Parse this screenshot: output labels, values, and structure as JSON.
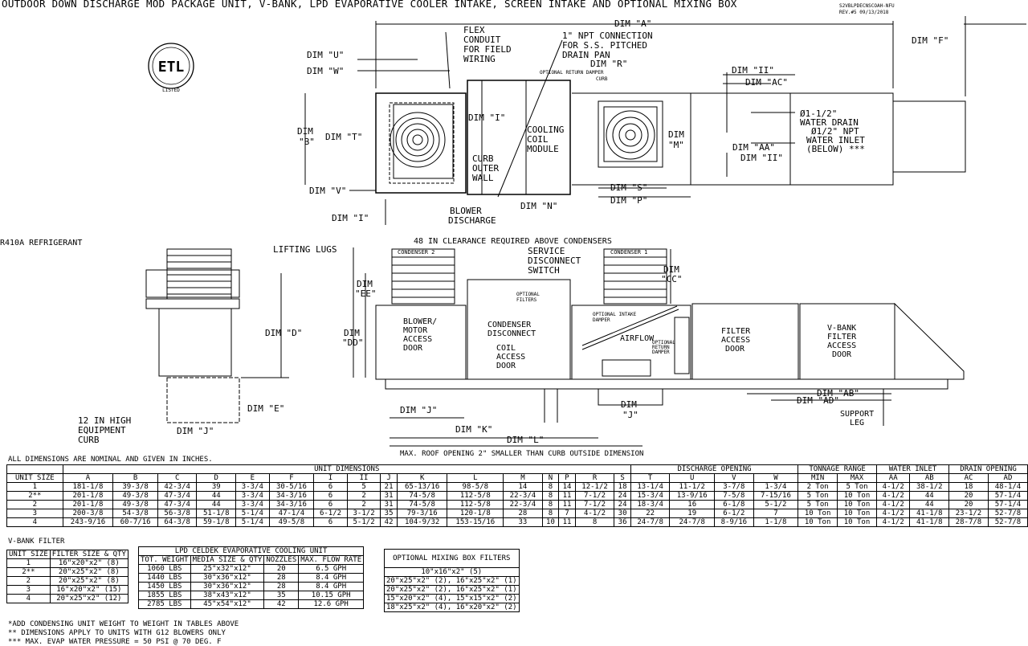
{
  "title": "OUTDOOR DOWN DISCHARGE MOD PACKAGE UNIT, V-BANK, LPD EVAPORATIVE COOLER INTAKE, SCREEN INTAKE AND OPTIONAL MIXING BOX",
  "doc_id": "S2VBLPDECNSCOAH-NFU",
  "revision": "REV.#5 09/13/2018",
  "refrigerant": "R410A REFRIGERANT",
  "clearance_note": "48 IN CLEARANCE REQUIRED ABOVE CONDENSERS",
  "roof_note": "MAX. ROOF OPENING 2\" SMALLER THAN CURB OUTSIDE DIMENSION",
  "logo": {
    "text": "ETL",
    "label": "LISTED"
  },
  "top_labels": {
    "dim_a": "DIM \"A\"",
    "dim_f": "DIM \"F\"",
    "dim_u": "DIM \"U\"",
    "dim_w": "DIM \"W\"",
    "dim_b1": "DIM",
    "dim_b2": "\"B\"",
    "dim_t": "DIM \"T\"",
    "dim_v": "DIM \"V\"",
    "dim_i1": "DIM \"I\"",
    "dim_i2": "DIM \"I\"",
    "dim_r": "DIM \"R\"",
    "dim_m1": "DIM",
    "dim_m2": "\"M\"",
    "dim_s": "DIM \"S\"",
    "dim_p": "DIM \"P\"",
    "dim_n": "DIM \"N\"",
    "dim_ii1": "DIM \"II\"",
    "dim_ac": "DIM \"AC\"",
    "dim_aa": "DIM \"AA\"",
    "dim_ii2": "DIM \"II\"",
    "flex1": "FLEX",
    "flex2": "CONDUIT",
    "flex3": "FOR FIELD",
    "flex4": "WIRING",
    "npt1": "1\" NPT CONNECTION",
    "npt2": "FOR S.S. PITCHED",
    "npt3": "DRAIN PAN",
    "opt_return": "OPTIONAL RETURN DAMPER",
    "curb_small": "CURB",
    "cc1": "COOLING",
    "cc2": "COIL",
    "cc3": "MODULE",
    "curb1": "CURB",
    "curb2": "OUTER",
    "curb3": "WALL",
    "blower1": "BLOWER",
    "blower2": "DISCHARGE",
    "wd1": "Ø1-1/2\"",
    "wd2": "WATER DRAIN",
    "wi1": "Ø1/2\" NPT",
    "wi2": "WATER INLET",
    "wi3": "(BELOW) ***"
  },
  "elev_labels": {
    "lifting": "LIFTING LUGS",
    "dim_d": "DIM \"D\"",
    "dim_e": "DIM \"E\"",
    "dim_j": "DIM \"J\"",
    "curb_note1": "12 IN HIGH",
    "curb_note2": "EQUIPMENT",
    "curb_note3": "CURB",
    "cond2": "CONDENSER 2",
    "cond1": "CONDENSER 1",
    "sds1": "SERVICE",
    "sds2": "DISCONNECT",
    "sds3": "SWITCH",
    "dim_cc1": "DIM",
    "dim_cc2": "\"CC\"",
    "dim_ee1": "DIM",
    "dim_ee2": "\"EE\"",
    "dim_dd1": "DIM",
    "dim_dd2": "\"DD\"",
    "bm1": "BLOWER/",
    "bm2": "MOTOR",
    "bm3": "ACCESS",
    "bm4": "DOOR",
    "cd1": "CONDENSER",
    "cd2": "DISCONNECT",
    "ca1": "COIL",
    "ca2": "ACCESS",
    "ca3": "DOOR",
    "of1": "OPTIONAL",
    "of2": "FILTERS",
    "oi1": "OPTIONAL INTAKE",
    "oi2": "DAMPER",
    "airflow": "AIRFLOW",
    "or1": "OPTIONAL",
    "or2": "RETURN",
    "or3": "DAMPER",
    "fa1": "FILTER",
    "fa2": "ACCESS",
    "fa3": "DOOR",
    "vb1": "V-BANK",
    "vb2": "FILTER",
    "vb3": "ACCESS",
    "vb4": "DOOR",
    "dim_j2": "DIM \"J\"",
    "dim_j3a": "DIM",
    "dim_j3b": "\"J\"",
    "dim_k": "DIM \"K\"",
    "dim_l": "DIM \"L\"",
    "dim_ab": "DIM \"AB\"",
    "dim_ad": "DIM \"AD\"",
    "support1": "SUPPORT",
    "support2": "LEG"
  },
  "dims_note": "ALL DIMENSIONS ARE NOMINAL AND GIVEN IN INCHES.",
  "main_table": {
    "group_headers": [
      "UNIT DIMENSIONS",
      "DISCHARGE OPENING",
      "TONNAGE RANGE",
      "WATER INLET",
      "DRAIN OPENING"
    ],
    "unit_size_label": "UNIT SIZE",
    "columns": [
      "A",
      "B",
      "C",
      "D",
      "E",
      "F",
      "I",
      "II",
      "J",
      "K",
      "L",
      "M",
      "N",
      "P",
      "R",
      "S",
      "T",
      "U",
      "V",
      "W",
      "MIN",
      "MAX",
      "AA",
      "AB",
      "AC",
      "AD"
    ],
    "rows": [
      [
        "1",
        "181-1/8",
        "39-3/8",
        "42-3/4",
        "39",
        "3-3/4",
        "30-5/16",
        "6",
        "5",
        "21",
        "65-13/16",
        "98-5/8",
        "14",
        "8",
        "14",
        "12-1/2",
        "18",
        "13-1/4",
        "11-1/2",
        "3-7/8",
        "1-3/4",
        "2 Ton",
        "5 Ton",
        "4-1/2",
        "38-1/2",
        "18",
        "48-1/4"
      ],
      [
        "2**",
        "201-1/8",
        "49-3/8",
        "47-3/4",
        "44",
        "3-3/4",
        "34-3/16",
        "6",
        "2",
        "31",
        "74-5/8",
        "112-5/8",
        "22-3/4",
        "8",
        "11",
        "7-1/2",
        "24",
        "15-3/4",
        "13-9/16",
        "7-5/8",
        "7-15/16",
        "5 Ton",
        "10 Ton",
        "4-1/2",
        "44",
        "20",
        "57-1/4"
      ],
      [
        "2",
        "201-1/8",
        "49-3/8",
        "47-3/4",
        "44",
        "3-3/4",
        "34-3/16",
        "6",
        "2",
        "31",
        "74-5/8",
        "112-5/8",
        "22-3/4",
        "8",
        "11",
        "7-1/2",
        "24",
        "18-3/4",
        "16",
        "6-1/8",
        "5-1/2",
        "5 Ton",
        "10 Ton",
        "4-1/2",
        "44",
        "20",
        "57-1/4"
      ],
      [
        "3",
        "200-3/8",
        "54-3/8",
        "56-3/8",
        "51-1/8",
        "5-1/4",
        "47-1/4",
        "6-1/2",
        "3-1/2",
        "35",
        "79-3/16",
        "120-1/8",
        "28",
        "8",
        "7",
        "4-1/2",
        "30",
        "22",
        "19",
        "6-1/2",
        "7",
        "10 Ton",
        "10 Ton",
        "4-1/2",
        "41-1/8",
        "23-1/2",
        "52-7/8"
      ],
      [
        "4",
        "243-9/16",
        "60-7/16",
        "64-3/8",
        "59-1/8",
        "5-1/4",
        "49-5/8",
        "6",
        "5-1/2",
        "42",
        "104-9/32",
        "153-15/16",
        "33",
        "10",
        "11",
        "8",
        "36",
        "24-7/8",
        "24-7/8",
        "8-9/16",
        "1-1/8",
        "10 Ton",
        "10 Ton",
        "4-1/2",
        "41-1/8",
        "28-7/8",
        "52-7/8"
      ]
    ]
  },
  "vbank": {
    "caption": "V-BANK FILTER",
    "headers": [
      "UNIT SIZE",
      "FILTER SIZE & QTY"
    ],
    "rows": [
      [
        "1",
        "16\"x20\"x2\" (8)"
      ],
      [
        "2**",
        "20\"x25\"x2\" (8)"
      ],
      [
        "2",
        "20\"x25\"x2\" (8)"
      ],
      [
        "3",
        "16\"x20\"x2\" (15)"
      ],
      [
        "4",
        "20\"x25\"x2\" (12)"
      ]
    ]
  },
  "celdek": {
    "caption": "LPD CELDEK EVAPORATIVE COOLING UNIT",
    "headers": [
      "TOT. WEIGHT",
      "MEDIA SIZE & QTY",
      "NOZZLES",
      "MAX. FLOW RATE"
    ],
    "rows": [
      [
        "1060 LBS",
        "25\"x32\"x12\"",
        "20",
        "6.5 GPH"
      ],
      [
        "1440 LBS",
        "30\"x36\"x12\"",
        "28",
        "8.4 GPH"
      ],
      [
        "1450 LBS",
        "30\"x36\"x12\"",
        "28",
        "8.4 GPH"
      ],
      [
        "1855 LBS",
        "38\"x43\"x12\"",
        "35",
        "10.15 GPH"
      ],
      [
        "2785 LBS",
        "45\"x54\"x12\"",
        "42",
        "12.6 GPH"
      ]
    ]
  },
  "mixing": {
    "caption": "OPTIONAL MIXING BOX FILTERS",
    "rows": [
      "10\"x16\"x2\" (5)",
      "20\"x25\"x2\" (2), 16\"x25\"x2\" (1)",
      "20\"x25\"x2\" (2), 16\"x25\"x2\" (1)",
      "15\"x20\"x2\" (4), 15\"x15\"x2\" (2)",
      "18\"x25\"x2\" (4), 16\"x20\"x2\" (2)"
    ]
  },
  "footnotes": [
    "*ADD CONDENSING UNIT WEIGHT TO WEIGHT IN TABLES ABOVE",
    "** DIMENSIONS APPLY TO UNITS WITH G12 BLOWERS ONLY",
    "*** MAX. EVAP WATER PRESSURE = 50 PSI @ 70 DEG. F"
  ]
}
